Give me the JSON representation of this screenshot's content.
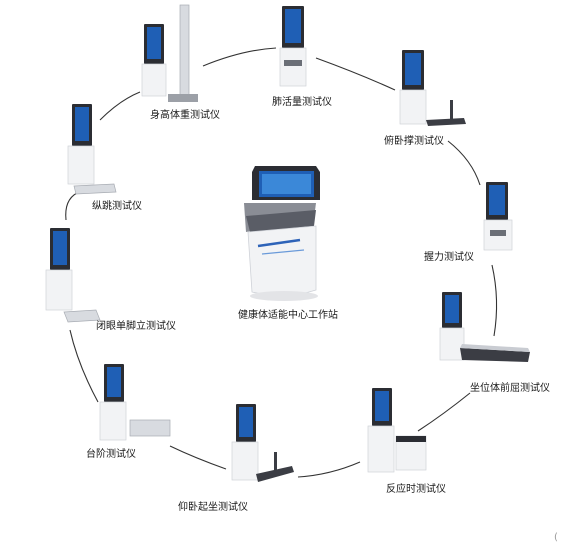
{
  "center": {
    "label": "健康体适能中心工作站"
  },
  "stations": [
    {
      "key": "height-weight",
      "label": "身高体重测试仪"
    },
    {
      "key": "vital-capacity",
      "label": "肺活量测试仪"
    },
    {
      "key": "pushup",
      "label": "俯卧撑测试仪"
    },
    {
      "key": "grip",
      "label": "握力测试仪"
    },
    {
      "key": "sit-reach",
      "label": "坐位体前屈测试仪"
    },
    {
      "key": "reaction",
      "label": "反应时测试仪"
    },
    {
      "key": "situp",
      "label": "仰卧起坐测试仪"
    },
    {
      "key": "step",
      "label": "台阶测试仪"
    },
    {
      "key": "one-leg",
      "label": "闭眼单脚立测试仪"
    },
    {
      "key": "jump",
      "label": "纵跳测试仪"
    }
  ],
  "corner_mark": "(",
  "colors": {
    "screen": "#1f5fb5",
    "kiosk_body": "#f2f3f5",
    "kiosk_dark": "#2b2d33",
    "connector": "#333333"
  }
}
